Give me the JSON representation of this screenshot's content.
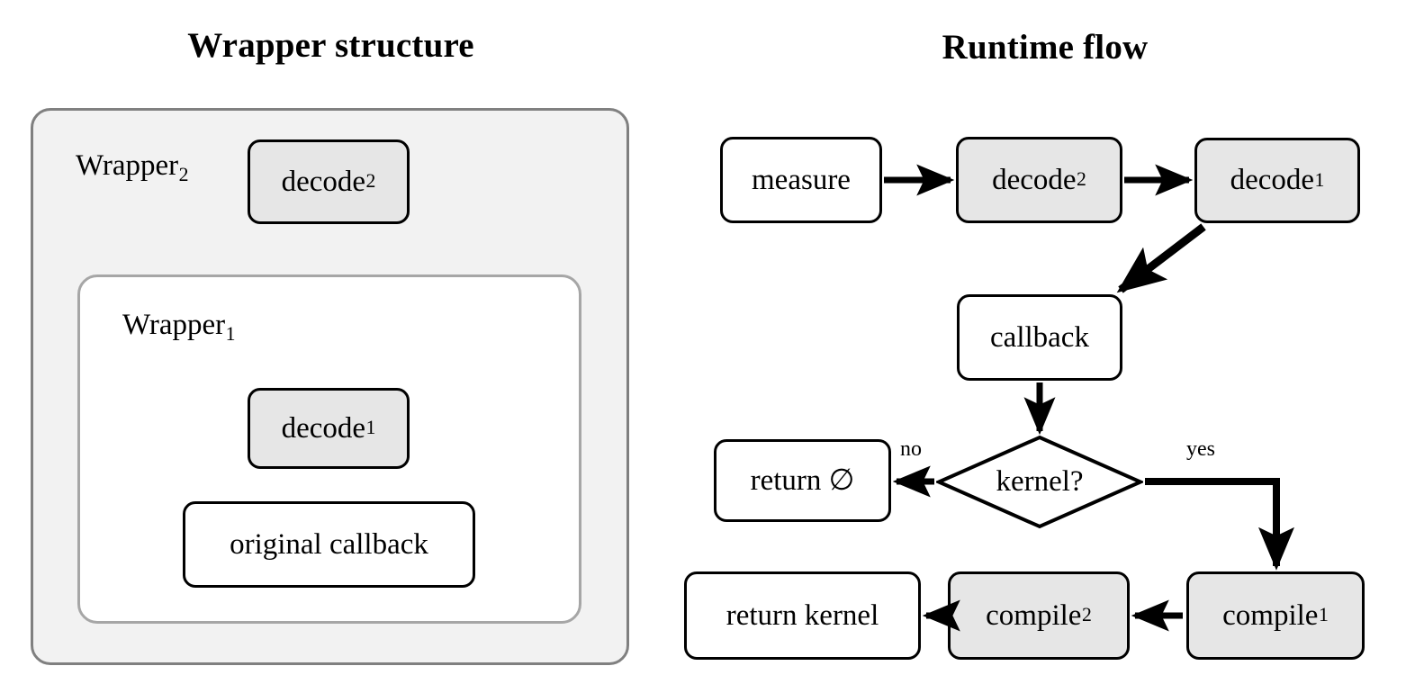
{
  "panels": {
    "left": {
      "title": "Wrapper structure",
      "containers": [
        {
          "name": "wrapper2",
          "label_base": "Wrapper",
          "label_sub": "2"
        },
        {
          "name": "wrapper1",
          "label_base": "Wrapper",
          "label_sub": "1"
        }
      ],
      "nodes": [
        {
          "name": "decode2",
          "label_base": "decode",
          "label_sub": "2",
          "style": "shaded"
        },
        {
          "name": "decode1",
          "label_base": "decode",
          "label_sub": "1",
          "style": "shaded"
        },
        {
          "name": "original_callback",
          "label_base": "original callback",
          "label_sub": "",
          "style": "white"
        }
      ]
    },
    "right": {
      "title": "Runtime flow",
      "nodes": [
        {
          "name": "measure",
          "label_base": "measure",
          "label_sub": "",
          "style": "white"
        },
        {
          "name": "decode2",
          "label_base": "decode",
          "label_sub": "2",
          "style": "shaded"
        },
        {
          "name": "decode1",
          "label_base": "decode",
          "label_sub": "1",
          "style": "shaded"
        },
        {
          "name": "callback",
          "label_base": "callback",
          "label_sub": "",
          "style": "white"
        },
        {
          "name": "kernel_decision",
          "label_base": "kernel?",
          "label_sub": "",
          "style": "diamond"
        },
        {
          "name": "return_empty",
          "label_base": "return ∅",
          "label_sub": "",
          "style": "white"
        },
        {
          "name": "return_kernel",
          "label_base": "return kernel",
          "label_sub": "",
          "style": "white"
        },
        {
          "name": "compile2",
          "label_base": "compile",
          "label_sub": "2",
          "style": "shaded"
        },
        {
          "name": "compile1",
          "label_base": "compile",
          "label_sub": "1",
          "style": "shaded"
        }
      ],
      "edge_labels": {
        "no": "no",
        "yes": "yes"
      }
    }
  },
  "colors": {
    "shaded_fill": "#e6e6e6",
    "white_fill": "#ffffff",
    "node_border": "#000000",
    "outer_container_fill": "#f2f2f2",
    "outer_container_border": "#808080",
    "inner_container_border": "#a6a6a6",
    "arrow": "#000000",
    "text": "#000000"
  }
}
